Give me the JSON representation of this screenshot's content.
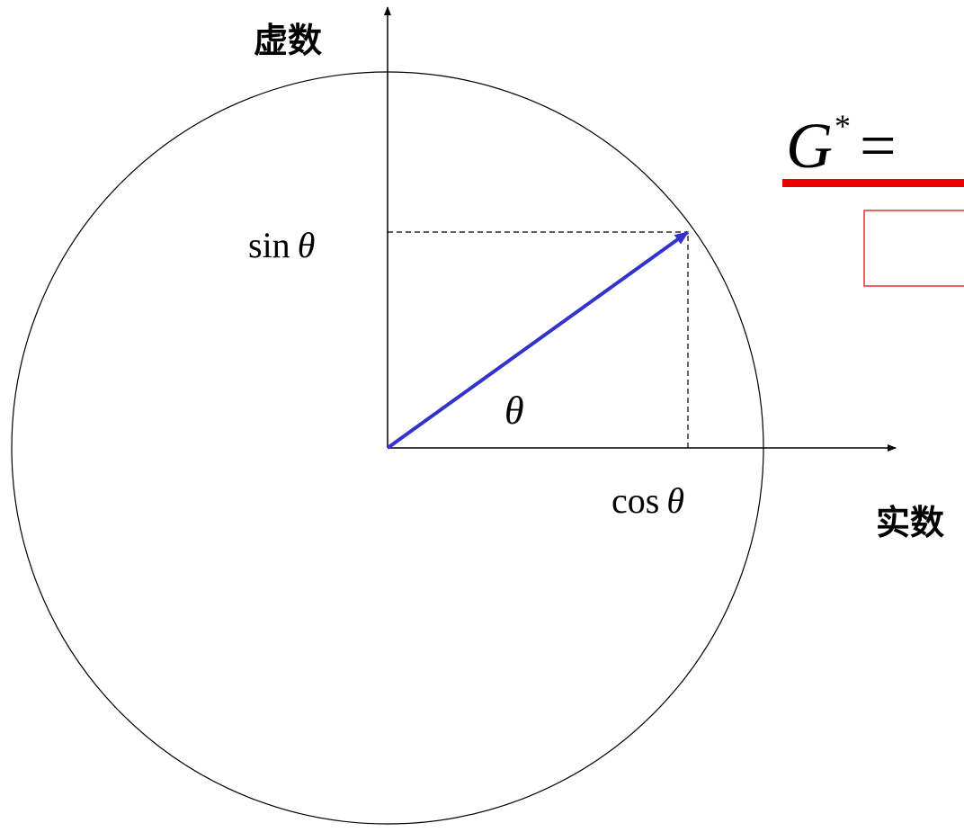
{
  "axes": {
    "imaginary_label": "虚数",
    "real_label": "实数"
  },
  "labels": {
    "sin_fn": "sin",
    "cos_fn": "cos",
    "theta": "θ"
  },
  "formula": {
    "symbol": "G",
    "superscript": "*",
    "equals": "="
  },
  "colors": {
    "vector": "#3333cc",
    "accent_bar": "#ee0000",
    "box_border": "#dd3333",
    "line": "#000000"
  }
}
